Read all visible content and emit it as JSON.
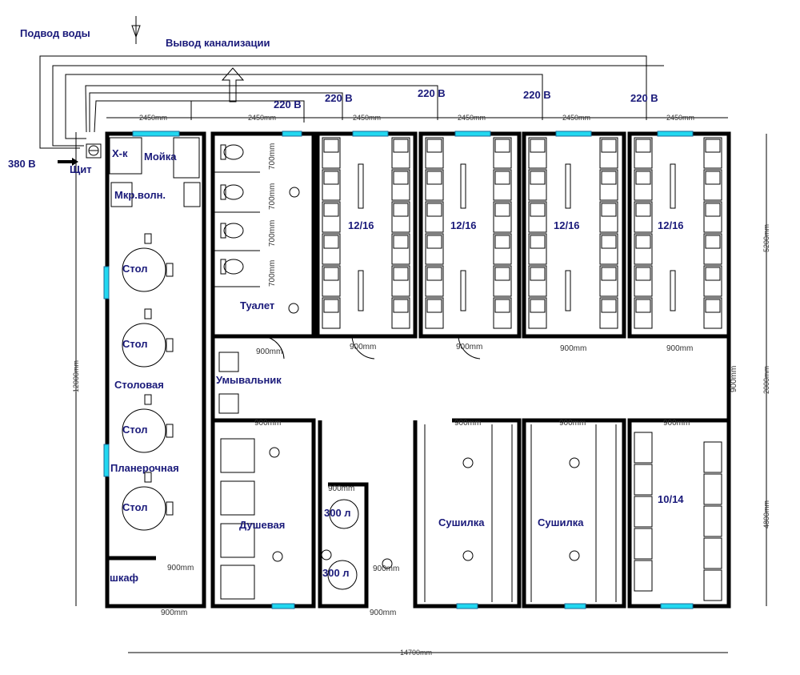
{
  "title_labels": {
    "water_in": "Подвод воды",
    "sewage_out": "Вывод канализации",
    "power_main": "380 В",
    "panel": "Щит"
  },
  "sockets": [
    "220 В",
    "220 В",
    "220 В",
    "220 В",
    "220 В"
  ],
  "dimensions": {
    "top_segment": "2450mm",
    "total_width": "14700mm",
    "total_height": "12000mm",
    "right_top": "5200mm",
    "right_mid": "2000mm",
    "right_bottom": "4800mm",
    "door": "900mm",
    "stall": "700mm"
  },
  "rooms": {
    "fridge": "Х-к",
    "sink": "Мойка",
    "microwave": "Мкр.волн.",
    "tables": [
      "Стол",
      "Стол",
      "Стол",
      "Стол"
    ],
    "dining": "Столовая",
    "meeting": "Планерочная",
    "wardrobe": "шкаф",
    "toilet": "Туалет",
    "washbasin": "Умывальник",
    "shower": "Душевая",
    "boilers": [
      "300 л",
      "300 л"
    ],
    "dryers": [
      "Сушилка",
      "Сушилка"
    ],
    "bedrooms": [
      "12/16",
      "12/16",
      "12/16",
      "12/16"
    ],
    "bedroom_small": "10/14"
  }
}
